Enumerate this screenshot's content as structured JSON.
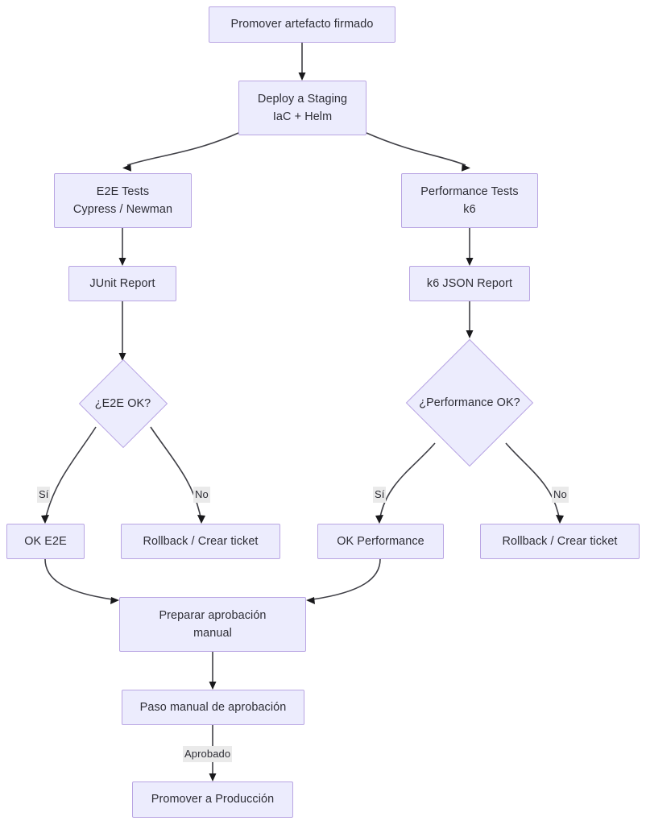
{
  "diagram": {
    "type": "flowchart",
    "direction": "top-down",
    "title": "",
    "theme": {
      "node_fill": "#ececfd",
      "node_stroke": "#b9a5e3",
      "edge_stroke": "#3f3f46",
      "label_background": "#eaeaea",
      "text_color": "#2e2e36",
      "canvas_background": "#ffffff"
    },
    "nodes": [
      {
        "id": "promover_artefacto",
        "shape": "rect",
        "label_line1": "Promover artefacto firmado",
        "label_line2": ""
      },
      {
        "id": "deploy_staging",
        "shape": "rect",
        "label_line1": "Deploy a Staging",
        "label_line2": "IaC + Helm"
      },
      {
        "id": "e2e_tests",
        "shape": "rect",
        "label_line1": "E2E Tests",
        "label_line2": "Cypress / Newman"
      },
      {
        "id": "perf_tests",
        "shape": "rect",
        "label_line1": "Performance Tests",
        "label_line2": "k6"
      },
      {
        "id": "junit_report",
        "shape": "rect",
        "label_line1": "JUnit Report",
        "label_line2": ""
      },
      {
        "id": "k6_report",
        "shape": "rect",
        "label_line1": "k6 JSON Report",
        "label_line2": ""
      },
      {
        "id": "e2e_decision",
        "shape": "diamond",
        "label_line1": "¿E2E OK?",
        "label_line2": ""
      },
      {
        "id": "perf_decision",
        "shape": "diamond",
        "label_line1": "¿Performance OK?",
        "label_line2": ""
      },
      {
        "id": "ok_e2e",
        "shape": "rect",
        "label_line1": "OK E2E",
        "label_line2": ""
      },
      {
        "id": "rollback_e2e",
        "shape": "rect",
        "label_line1": "Rollback / Crear ticket",
        "label_line2": ""
      },
      {
        "id": "ok_perf",
        "shape": "rect",
        "label_line1": "OK Performance",
        "label_line2": ""
      },
      {
        "id": "rollback_perf",
        "shape": "rect",
        "label_line1": "Rollback / Crear ticket",
        "label_line2": ""
      },
      {
        "id": "preparar_aprobacion",
        "shape": "rect",
        "label_line1": "Preparar aprobación",
        "label_line2": "manual"
      },
      {
        "id": "paso_manual",
        "shape": "rect",
        "label_line1": "Paso manual de aprobación",
        "label_line2": ""
      },
      {
        "id": "promover_produccion",
        "shape": "rect",
        "label_line1": "Promover a Producción",
        "label_line2": ""
      }
    ],
    "edge_labels": {
      "e2e_yes": "Sí",
      "e2e_no": "No",
      "perf_yes": "Sí",
      "perf_no": "No",
      "aprobado": "Aprobado"
    },
    "edges": [
      {
        "from": "promover_artefacto",
        "to": "deploy_staging",
        "label": ""
      },
      {
        "from": "deploy_staging",
        "to": "e2e_tests",
        "label": ""
      },
      {
        "from": "deploy_staging",
        "to": "perf_tests",
        "label": ""
      },
      {
        "from": "e2e_tests",
        "to": "junit_report",
        "label": ""
      },
      {
        "from": "perf_tests",
        "to": "k6_report",
        "label": ""
      },
      {
        "from": "junit_report",
        "to": "e2e_decision",
        "label": ""
      },
      {
        "from": "k6_report",
        "to": "perf_decision",
        "label": ""
      },
      {
        "from": "e2e_decision",
        "to": "ok_e2e",
        "label": "Sí"
      },
      {
        "from": "e2e_decision",
        "to": "rollback_e2e",
        "label": "No"
      },
      {
        "from": "perf_decision",
        "to": "ok_perf",
        "label": "Sí"
      },
      {
        "from": "perf_decision",
        "to": "rollback_perf",
        "label": "No"
      },
      {
        "from": "ok_e2e",
        "to": "preparar_aprobacion",
        "label": ""
      },
      {
        "from": "ok_perf",
        "to": "preparar_aprobacion",
        "label": ""
      },
      {
        "from": "preparar_aprobacion",
        "to": "paso_manual",
        "label": ""
      },
      {
        "from": "paso_manual",
        "to": "promover_produccion",
        "label": "Aprobado"
      }
    ]
  }
}
